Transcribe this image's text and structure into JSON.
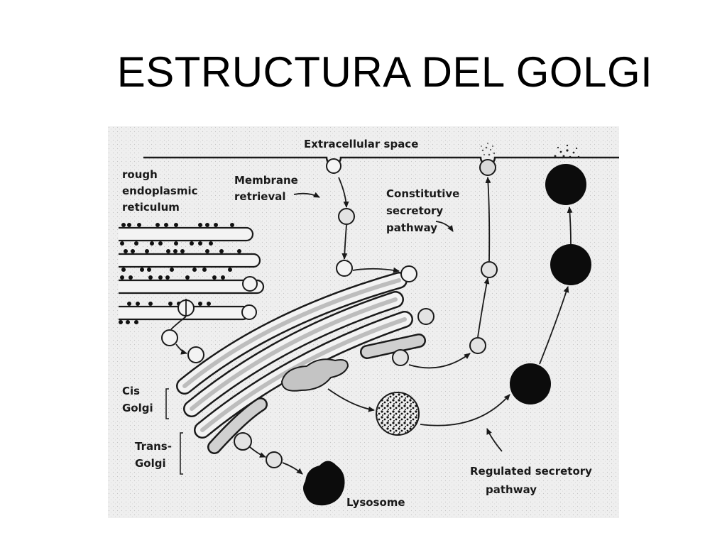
{
  "slide": {
    "title": "ESTRUCTURA DEL GOLGI"
  },
  "diagram": {
    "labels": {
      "extracellular": "Extracellular space",
      "rer_1": "rough",
      "rer_2": "endoplasmic",
      "rer_3": "reticulum",
      "membrane_1": "Membrane",
      "membrane_2": "retrieval",
      "constitutive_1": "Constitutive",
      "constitutive_2": "secretory",
      "constitutive_3": "pathway",
      "cis_1": "Cis",
      "cis_2": "Golgi",
      "trans_1": "Trans-",
      "trans_2": "Golgi",
      "regulated_1": "Regulated secretory",
      "regulated_2": "pathway",
      "lysosome": "Lysosome"
    },
    "colors": {
      "ink": "#1a1a1a",
      "background": "#efefef",
      "membrane_fill": "#d4d4d4",
      "lumen_fill": "#bdbdbd",
      "vesicle_fill": "#e3e3e3",
      "dense_granule": "#0c0c0c"
    }
  }
}
